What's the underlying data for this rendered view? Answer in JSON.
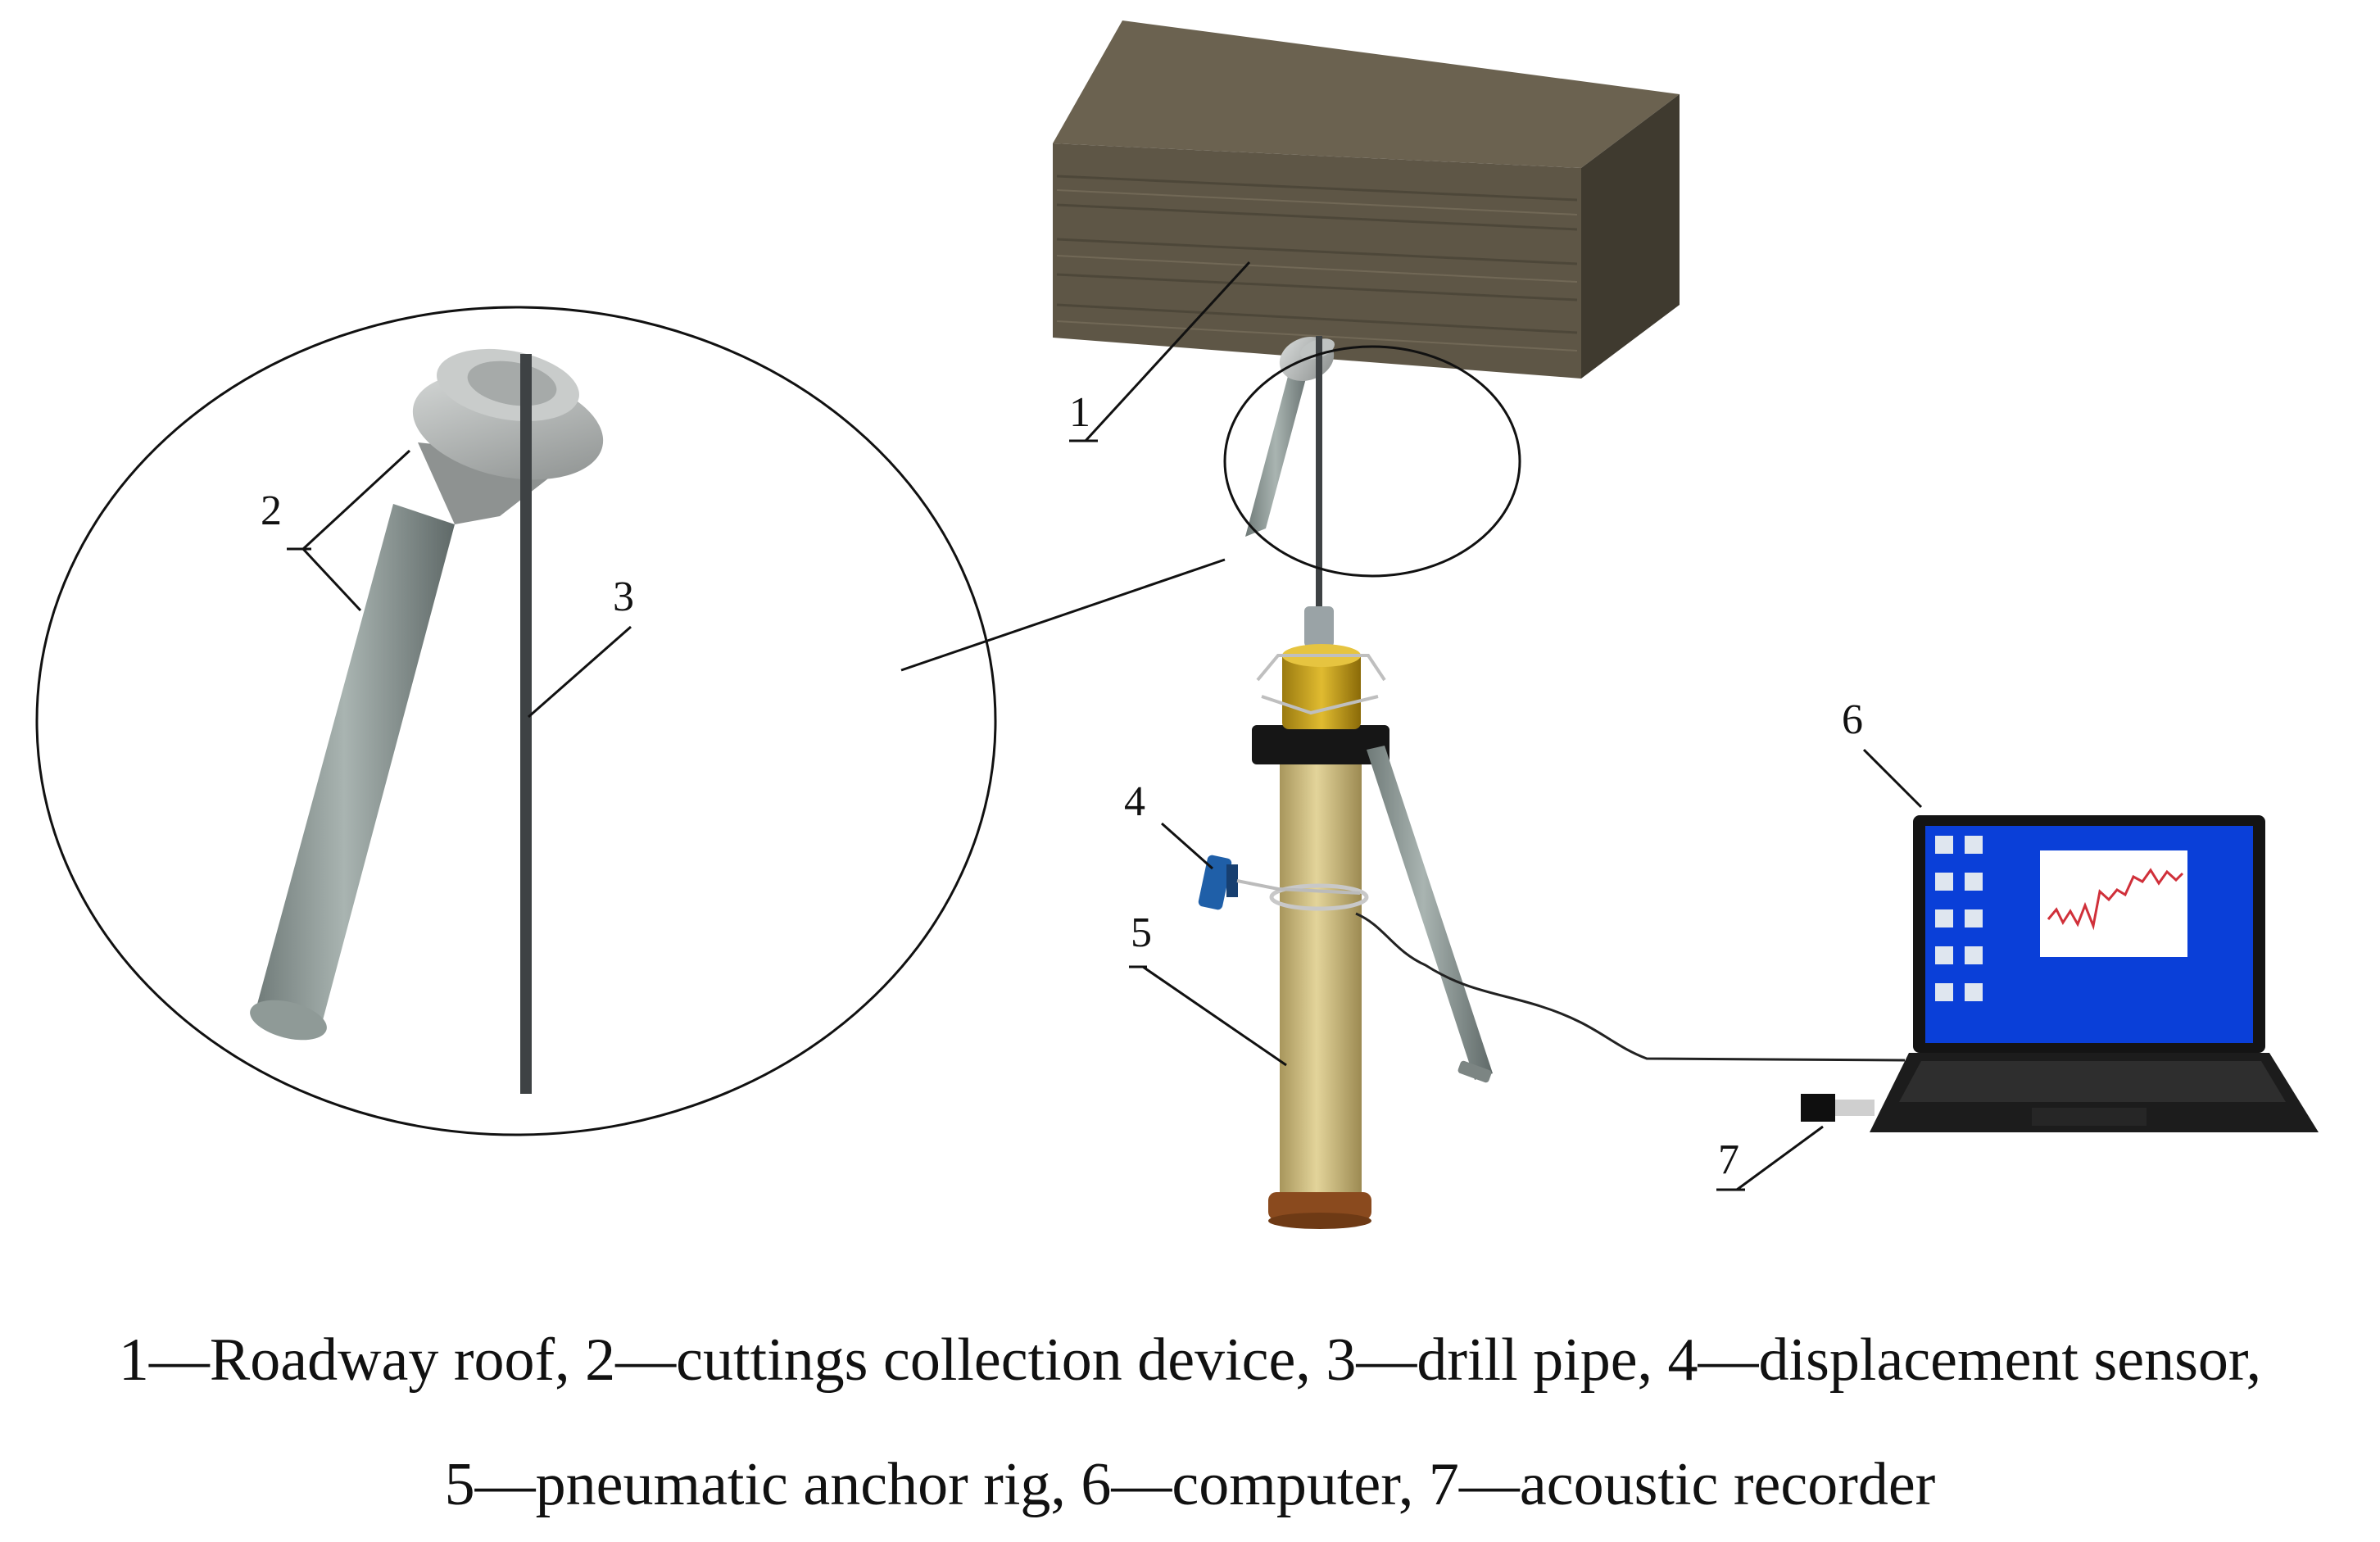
{
  "callouts": {
    "n1": "1",
    "n2": "2",
    "n3": "3",
    "n4": "4",
    "n5": "5",
    "n6": "6",
    "n7": "7"
  },
  "caption": {
    "line1": "1—Roadway roof, 2—cuttings collection device, 3—drill pipe, 4—displacement sensor,",
    "line2": "5—pneumatic anchor rig, 6—computer, 7—acoustic recorder"
  },
  "colors": {
    "roof_front": "#5e5646",
    "roof_top": "#6b6250",
    "roof_side": "#3f3a2f",
    "rig_body": "#c9b778",
    "rig_top": "#c8a020",
    "rig_base": "#8a4a1e",
    "collector": "#8f9a97",
    "drill_pipe": "#3e4244",
    "sensor": "#1f5fa8",
    "screen": "#0a3fd8",
    "signal": "#d0303a"
  }
}
